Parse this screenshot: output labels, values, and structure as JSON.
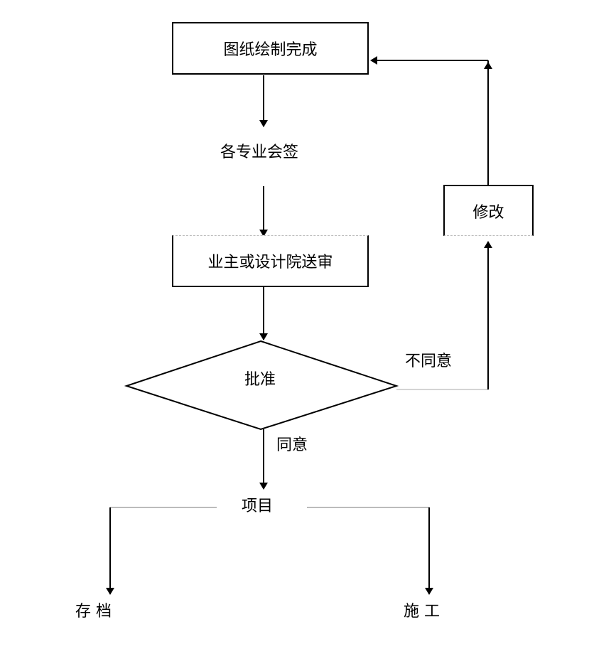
{
  "diagram": {
    "nodes": {
      "drawing_complete": "图纸绘制完成",
      "countersign": "各专业会签",
      "submit_review": "业主或设计院送审",
      "approve": "批准",
      "modify": "修改",
      "project": "项目",
      "archive": "存 档",
      "construction": "施 工"
    },
    "edges": {
      "disagree": "不同意",
      "agree": "同意"
    }
  }
}
